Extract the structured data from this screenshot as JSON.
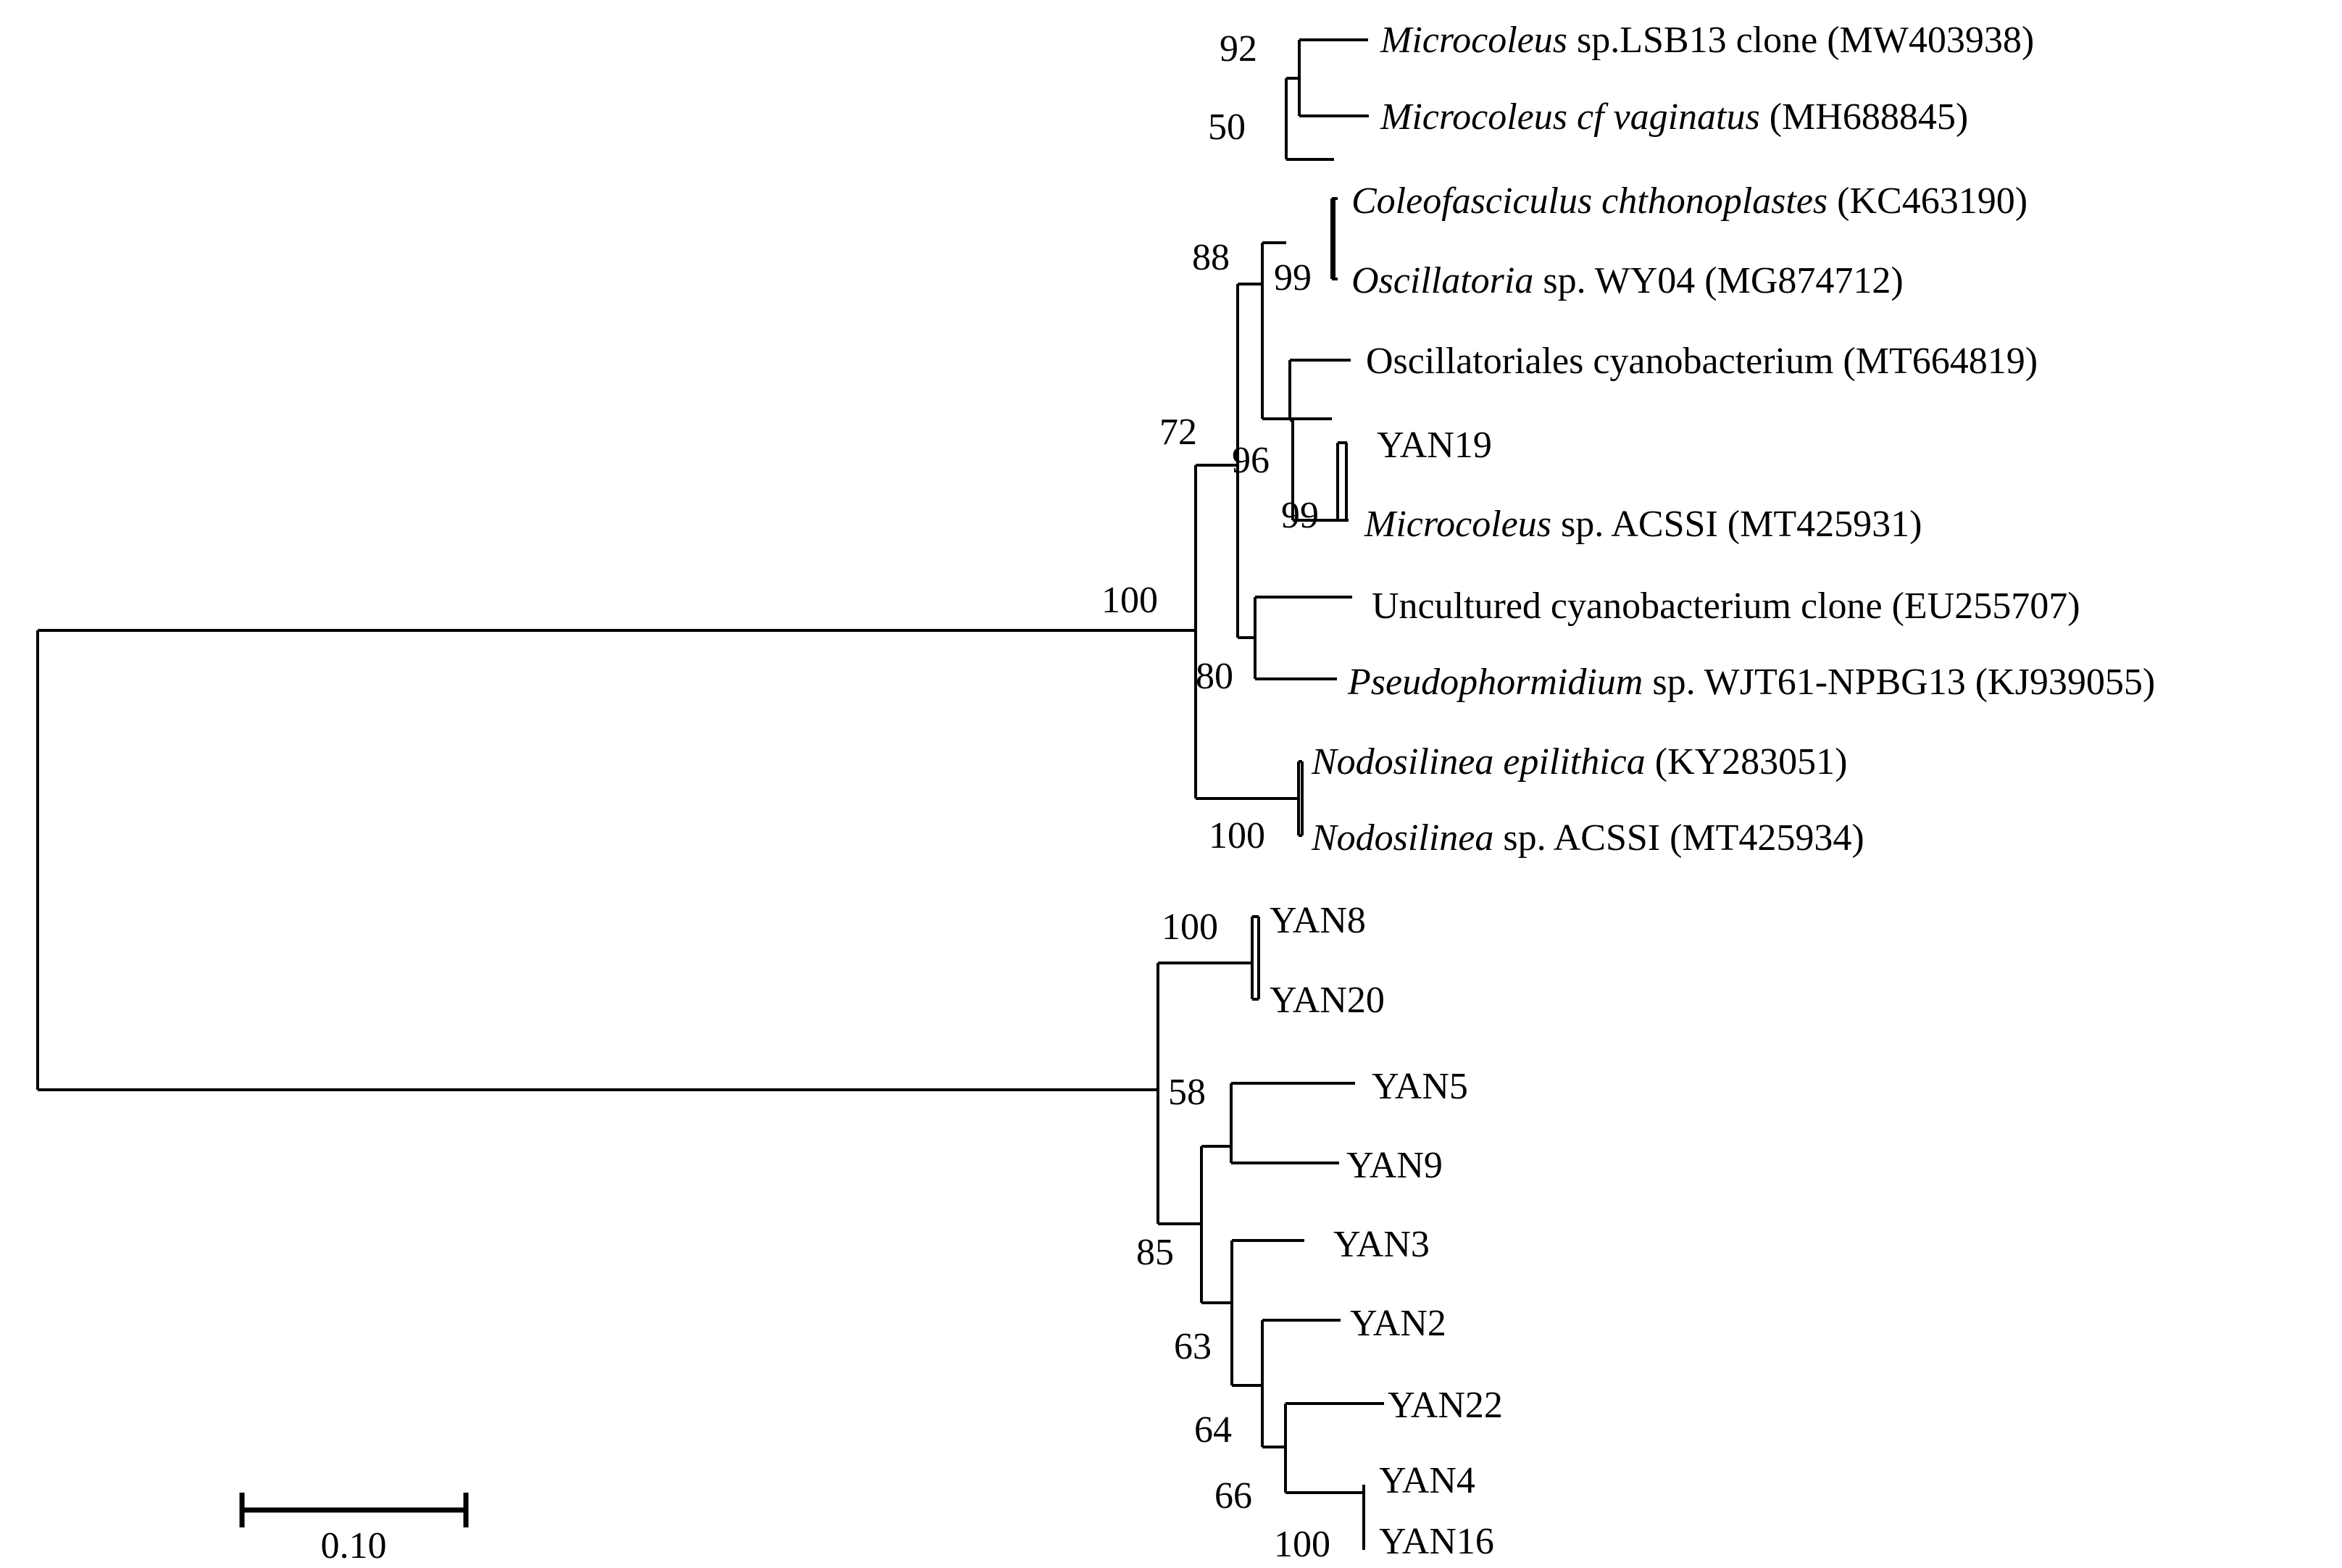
{
  "tree": {
    "taxa": [
      {
        "id": "microcoleus_lsb13",
        "parts": [
          {
            "text": "Microcoleus",
            "italic": true
          },
          {
            "text": " sp.LSB13 clone (MW403938)",
            "italic": false
          }
        ]
      },
      {
        "id": "microcoleus_vaginatus",
        "parts": [
          {
            "text": "Microcoleus cf vaginatus",
            "italic": true
          },
          {
            "text": " (MH688845)",
            "italic": false
          }
        ]
      },
      {
        "id": "coleofasciculus",
        "parts": [
          {
            "text": "Coleofasciculus chthonoplastes",
            "italic": true
          },
          {
            "text": " (KC463190)",
            "italic": false
          }
        ]
      },
      {
        "id": "oscillatoria_wy04",
        "parts": [
          {
            "text": "Oscillatoria",
            "italic": true
          },
          {
            "text": " sp. WY04 (MG874712)",
            "italic": false
          }
        ]
      },
      {
        "id": "oscillatoriales",
        "parts": [
          {
            "text": "Oscillatoriales cyanobacterium (MT664819)",
            "italic": false
          }
        ]
      },
      {
        "id": "yan19",
        "parts": [
          {
            "text": "YAN19",
            "italic": false
          }
        ]
      },
      {
        "id": "microcoleus_acssi",
        "parts": [
          {
            "text": "Microcoleus",
            "italic": true
          },
          {
            "text": " sp. ACSSI (MT425931)",
            "italic": false
          }
        ]
      },
      {
        "id": "uncultured",
        "parts": [
          {
            "text": "Uncultured cyanobacterium clone (EU255707)",
            "italic": false
          }
        ]
      },
      {
        "id": "pseudophormidium",
        "parts": [
          {
            "text": "Pseudophormidium",
            "italic": true
          },
          {
            "text": " sp. WJT61-NPBG13 (KJ939055)",
            "italic": false
          }
        ]
      },
      {
        "id": "nodosilinea_epilithica",
        "parts": [
          {
            "text": "Nodosilinea epilithica",
            "italic": true
          },
          {
            "text": " (KY283051)",
            "italic": false
          }
        ]
      },
      {
        "id": "nodosilinea_acssi",
        "parts": [
          {
            "text": "Nodosilinea",
            "italic": true
          },
          {
            "text": " sp. ACSSI (MT425934)",
            "italic": false
          }
        ]
      },
      {
        "id": "yan8",
        "parts": [
          {
            "text": "YAN8",
            "italic": false
          }
        ]
      },
      {
        "id": "yan20",
        "parts": [
          {
            "text": "YAN20",
            "italic": false
          }
        ]
      },
      {
        "id": "yan5",
        "parts": [
          {
            "text": "YAN5",
            "italic": false
          }
        ]
      },
      {
        "id": "yan9",
        "parts": [
          {
            "text": "YAN9",
            "italic": false
          }
        ]
      },
      {
        "id": "yan3",
        "parts": [
          {
            "text": "YAN3",
            "italic": false
          }
        ]
      },
      {
        "id": "yan2",
        "parts": [
          {
            "text": "YAN2",
            "italic": false
          }
        ]
      },
      {
        "id": "yan22",
        "parts": [
          {
            "text": "YAN22",
            "italic": false
          }
        ]
      },
      {
        "id": "yan4",
        "parts": [
          {
            "text": "YAN4",
            "italic": false
          }
        ]
      },
      {
        "id": "yan16",
        "parts": [
          {
            "text": "YAN16",
            "italic": false
          }
        ]
      }
    ],
    "bootstrap": [
      {
        "id": "bs_microcoleus",
        "value": "92"
      },
      {
        "id": "bs_microcoleus_coleo",
        "value": "50"
      },
      {
        "id": "bs_coleo_oscillatoria",
        "value": "99"
      },
      {
        "id": "bs_upper_core",
        "value": "88"
      },
      {
        "id": "bs_oscill_yan19",
        "value": "96"
      },
      {
        "id": "bs_yan19_acssi",
        "value": "99"
      },
      {
        "id": "bs_upper",
        "value": "72"
      },
      {
        "id": "bs_root",
        "value": "100"
      },
      {
        "id": "bs_uncult_pseudo",
        "value": "80"
      },
      {
        "id": "bs_nodosilinea",
        "value": "100"
      },
      {
        "id": "bs_yan8_yan20",
        "value": "100"
      },
      {
        "id": "bs_yan5_yan9",
        "value": "58"
      },
      {
        "id": "bs_lower",
        "value": "85"
      },
      {
        "id": "bs_yan3_group",
        "value": "63"
      },
      {
        "id": "bs_yan2_group",
        "value": "64"
      },
      {
        "id": "bs_yan22_group",
        "value": "66"
      },
      {
        "id": "bs_yan4_yan16",
        "value": "100"
      }
    ],
    "scale_bar": {
      "label": "0.10",
      "length": 0.1
    }
  }
}
